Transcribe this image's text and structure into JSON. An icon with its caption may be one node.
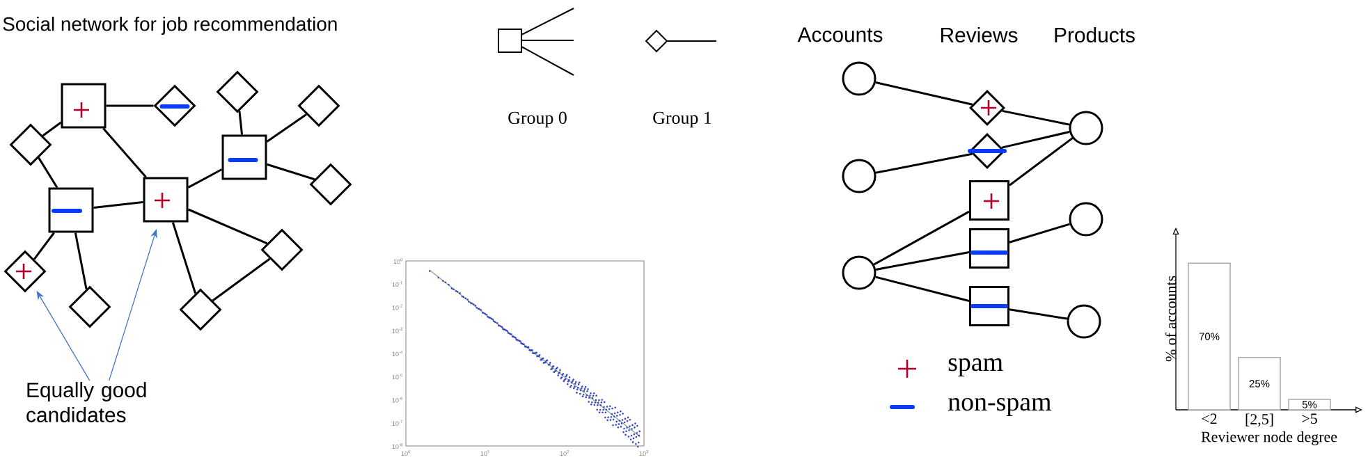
{
  "diagram": {
    "nodes": [
      {
        "text": [],
        "shape": "box"
      },
      {
        "text": [],
        "shape": "diamond"
      },
      {
        "text": [],
        "shape": "diamond"
      },
      {
        "text": [],
        "shape": "diamond"
      },
      {
        "text": [],
        "shape": "diamond"
      },
      {
        "text": [],
        "shape": "box"
      },
      {
        "text": [],
        "shape": "box"
      },
      {
        "text": [],
        "shape": "box"
      },
      {
        "text": [],
        "shape": "diamond"
      },
      {
        "text": [],
        "shape": "diamond"
      },
      {
        "text": [],
        "shape": "diamond"
      },
      {
        "text": [],
        "shape": "diamond"
      },
      {
        "text": [],
        "shape": "diamond"
      },
      {
        "text": [
          "Equally good candidates"
        ]
      },
      {
        "text": [],
        "shape": "circle"
      },
      {
        "text": [],
        "shape": "diamond"
      },
      {
        "text": [],
        "shape": "circle"
      },
      {
        "text": [],
        "shape": "diamond"
      },
      {
        "text": [],
        "shape": "circle"
      },
      {
        "text": [],
        "shape": "box"
      },
      {
        "text": [],
        "shape": "circle"
      },
      {
        "text": [],
        "shape": "box"
      },
      {
        "text": [],
        "shape": "circle"
      },
      {
        "text": [],
        "shape": "box"
      },
      {
        "text": [],
        "shape": "circle"
      }
    ],
    "edges": [
      {
        "from": 0,
        "to": 1,
        "arrow": "none"
      },
      {
        "from": 0,
        "to": 2,
        "arrow": "none"
      },
      {
        "from": 0,
        "to": 6,
        "arrow": "none"
      },
      {
        "from": 2,
        "to": 7,
        "arrow": "none"
      },
      {
        "from": 7,
        "to": 6,
        "arrow": "none"
      },
      {
        "from": 7,
        "to": 10,
        "arrow": "none"
      },
      {
        "from": 7,
        "to": 11,
        "arrow": "none"
      },
      {
        "from": 6,
        "to": 5,
        "arrow": "none"
      },
      {
        "from": 5,
        "to": 3,
        "arrow": "none"
      },
      {
        "from": 5,
        "to": 4,
        "arrow": "none"
      },
      {
        "from": 5,
        "to": 8,
        "arrow": "none"
      },
      {
        "from": 6,
        "to": 9,
        "arrow": "none"
      },
      {
        "from": 6,
        "to": 12,
        "arrow": "none"
      },
      {
        "from": 9,
        "to": 12,
        "arrow": "none"
      },
      {
        "from": 13,
        "to": 10,
        "arrow": "to",
        "color": "#4472c4"
      },
      {
        "from": 13,
        "to": 6,
        "arrow": "to",
        "color": "#4472c4"
      },
      {
        "from": 14,
        "to": 15,
        "arrow": "none"
      },
      {
        "from": 15,
        "to": 16,
        "arrow": "none"
      },
      {
        "from": 18,
        "to": 17,
        "arrow": "none"
      },
      {
        "from": 17,
        "to": 16,
        "arrow": "none"
      },
      {
        "from": 19,
        "to": 16,
        "arrow": "none"
      },
      {
        "from": 22,
        "to": 19,
        "arrow": "none"
      },
      {
        "from": 22,
        "to": 21,
        "arrow": "none"
      },
      {
        "from": 21,
        "to": 20,
        "arrow": "none"
      },
      {
        "from": 22,
        "to": 23,
        "arrow": "none"
      },
      {
        "from": 23,
        "to": 24,
        "arrow": "none"
      }
    ],
    "labels": [
      "Social network for job recommendation",
      "10$^{0}$",
      "10$^{-1}$",
      "10$^{-2}$",
      "10$^{-3}$",
      "10$^{-4}$",
      "10$^{-5}$",
      "10$^{-6}$",
      "10$^{-7}$",
      "10$^{-8}$",
      "10$^{0}$",
      "10$^{1}$",
      "10$^{2}$",
      "10$^{3}$",
      "Accounts",
      "Reviews",
      "Products"
    ],
    "legend": [
      {
        "text": "Group 0"
      },
      {
        "text": "Group 1"
      },
      {
        "text": "spam"
      },
      {
        "text": "non-spam"
      }
    ],
    "chart_data": {
      "type": "bar",
      "xlabel": "Reviewer node degree",
      "ylabel": "% of accounts",
      "categories": [
        "<2",
        "[2,5]",
        ">5"
      ],
      "values": [
        70,
        25,
        5
      ],
      "value_labels": [
        "70%",
        "25%",
        "5%"
      ]
    }
  }
}
